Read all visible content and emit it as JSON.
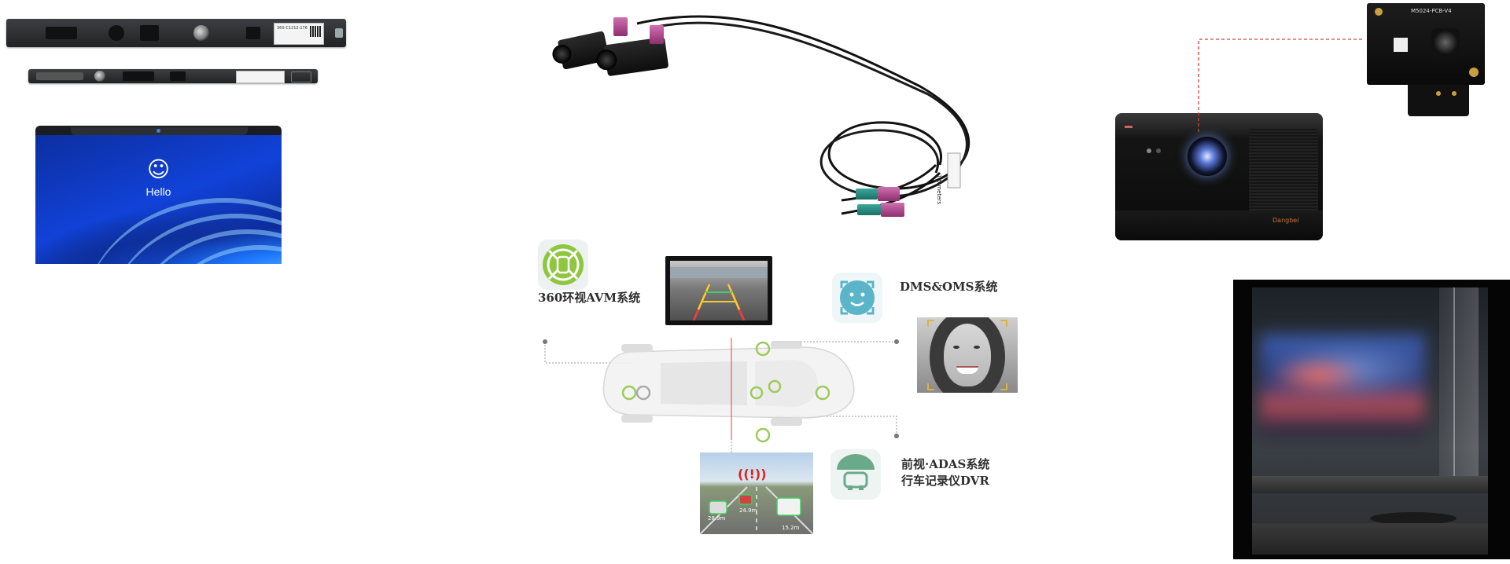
{
  "laptop_module": {
    "sticker_top": "360-C1212-176",
    "screen_greeting": "Hello",
    "smiley": "☺"
  },
  "cable": {
    "length_label": "1.5 meters"
  },
  "automotive": {
    "avm_label": "360环视AVM系统",
    "dms_label": "DMS&OMS系统",
    "adas_label_line1": "前视·ADAS系统",
    "adas_label_line2": "行车记录仪DVR",
    "adas_distances": [
      "28.9m",
      "24.9m",
      "15.2m"
    ],
    "colors": {
      "accent_green": "#8ec63f",
      "accent_teal": "#5ab5c8",
      "adas_green": "#6aaa8a"
    }
  },
  "projector": {
    "brand": "Dangbei",
    "module_label": "M5024-PCB-V4"
  },
  "icons": {
    "avm": "360-camera-icon",
    "dms": "driver-face-icon",
    "adas": "front-car-icon",
    "alert": "warning-sign-icon"
  }
}
